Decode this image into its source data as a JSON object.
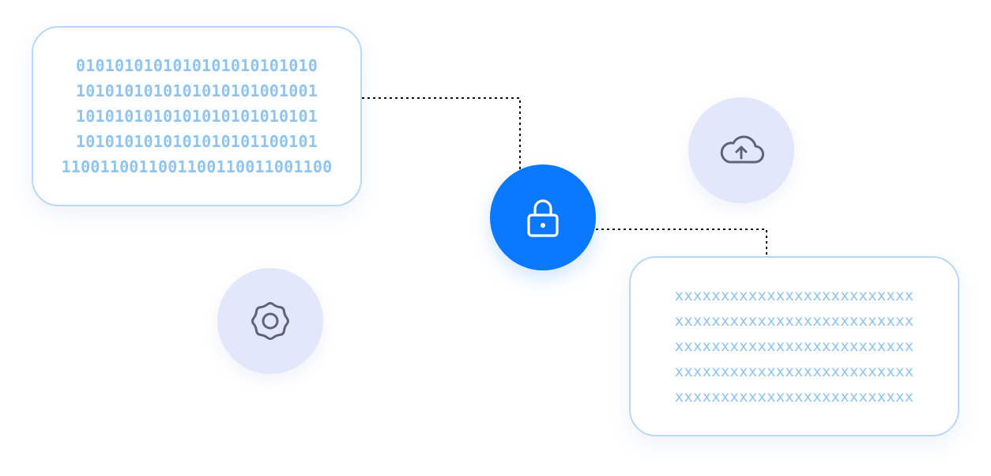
{
  "binary_card": {
    "lines": [
      "0101010101010101010101010",
      "1010101010101010101001001",
      "1010101010101010101010101",
      "1010101010101010101100101",
      "1100110011001100110011001100"
    ]
  },
  "cipher_card": {
    "lines": [
      "xxxxxxxxxxxxxxxxxxxxxxxxxx",
      "xxxxxxxxxxxxxxxxxxxxxxxxxx",
      "xxxxxxxxxxxxxxxxxxxxxxxxxx",
      "xxxxxxxxxxxxxxxxxxxxxxxxxx",
      "xxxxxxxxxxxxxxxxxxxxxxxxxx"
    ]
  },
  "icons": {
    "center": "lock-icon",
    "cloud": "cloud-upload-icon",
    "settings": "gear-icon"
  },
  "colors": {
    "accent_blue": "#0a78ff",
    "card_border": "#b9d8f7",
    "card_text": "#8fc3f0",
    "circle_bg": "#e3e7fc",
    "icon_gray": "#5f6474",
    "connector": "#111111"
  }
}
